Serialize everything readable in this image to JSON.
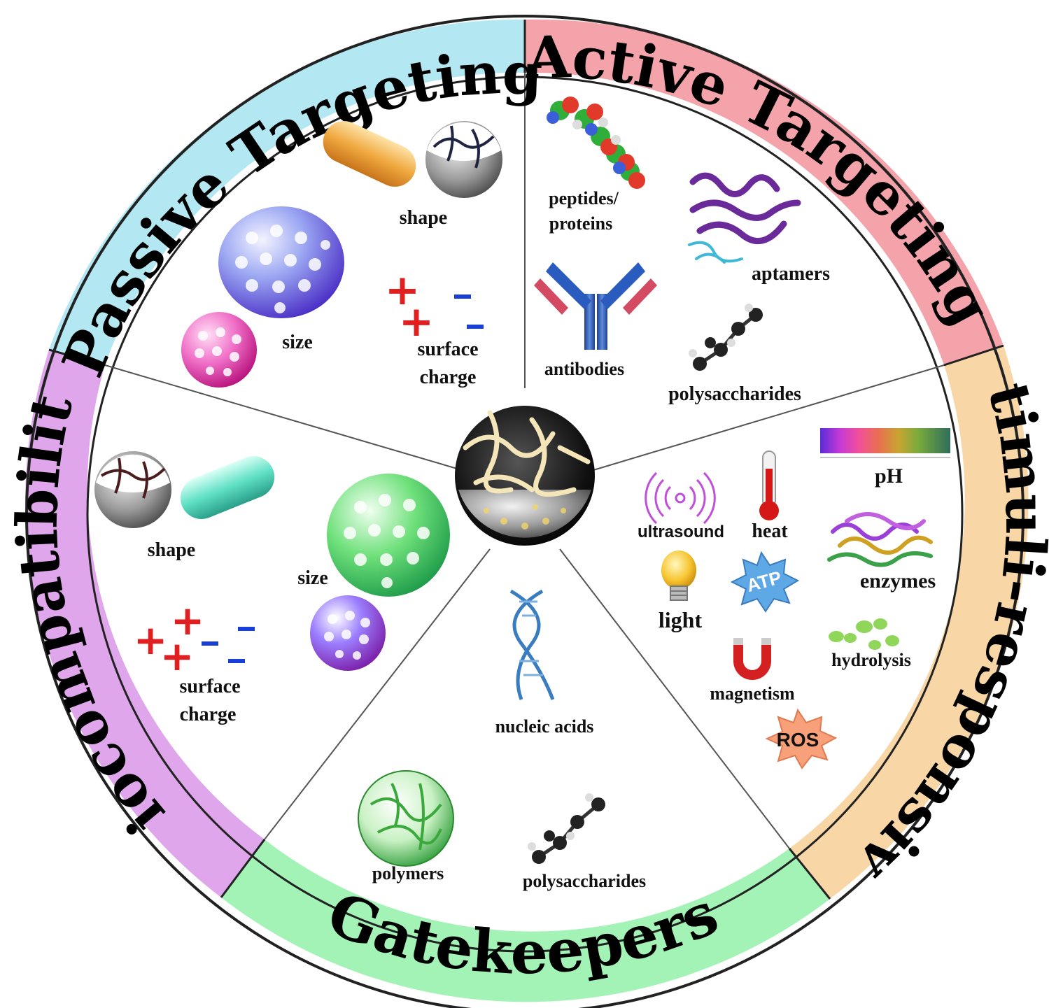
{
  "diagram": {
    "center": "mesoporous-silica-nanoparticle",
    "sectors": [
      {
        "id": "passive",
        "title": "Passive Targeting",
        "color": "#b3e7f2",
        "labels": {
          "shape": "shape",
          "size": "size",
          "surface_charge_1": "surface",
          "surface_charge_2": "charge"
        }
      },
      {
        "id": "active",
        "title": "Active Targeting",
        "color": "#f3a3a9",
        "labels": {
          "peptides_1": "peptides/",
          "peptides_2": "proteins",
          "aptamers": "aptamers",
          "antibodies": "antibodies",
          "polysaccharides": "polysaccharides"
        }
      },
      {
        "id": "stimuli",
        "title": "Stimuli-responsive",
        "color": "#f8d6a6",
        "labels": {
          "ph": "pH",
          "ultrasound": "ultrasound",
          "heat": "heat",
          "enzymes": "enzymes",
          "light": "light",
          "atp": "ATP",
          "hydrolysis": "hydrolysis",
          "magnetism": "magnetism",
          "ros": "ROS"
        }
      },
      {
        "id": "gatekeepers",
        "title": "Gatekeepers",
        "color": "#a3f2b6",
        "labels": {
          "nucleic_acids": "nucleic acids",
          "polymers": "polymers",
          "polysaccharides": "polysaccharides"
        }
      },
      {
        "id": "biocompat",
        "title": "Biocompatibility",
        "color": "#dfa6ec",
        "labels": {
          "shape": "shape",
          "size": "size",
          "surface_charge_1": "surface",
          "surface_charge_2": "charge"
        }
      }
    ],
    "colors": {
      "plus": "#e02020",
      "minus": "#1a3fd6",
      "ring_line": "#222222",
      "divider": "#444444"
    }
  }
}
